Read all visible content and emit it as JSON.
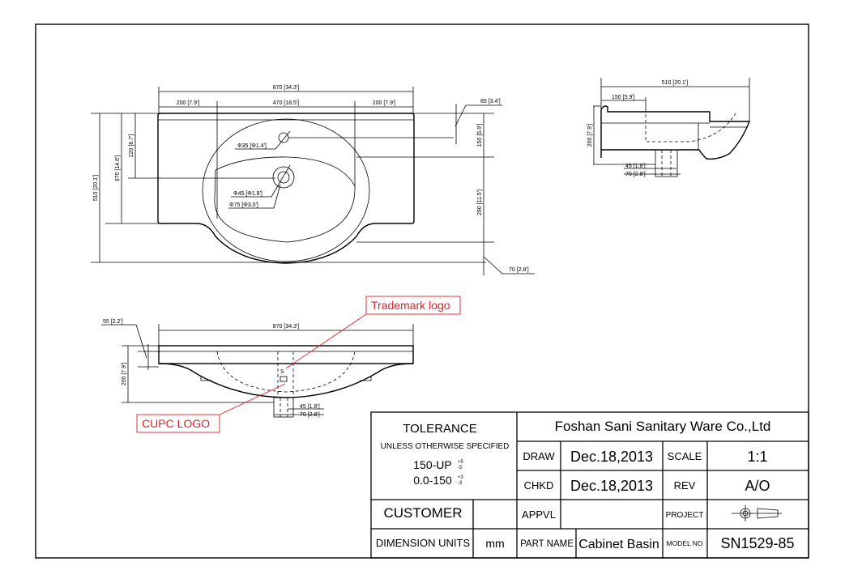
{
  "top_view": {
    "overall_width": "870 [34.3']",
    "left_margin": "200 [7.9']",
    "bowl_width": "470 [18.5']",
    "right_margin": "200 [7.9']",
    "overall_depth": "510 [20.1']",
    "deck_depth": "370 [14.6']",
    "drain_offset": "220 [8.7']",
    "tap_hole_offset": "85 [3.4']",
    "front_to_bowl": "150 [5.9']",
    "bowl_depth": "290 [11.5']",
    "front_lip": "70 [2.8']",
    "tap_hole": "Φ35 [Φ1.4']",
    "drain_inner": "Φ45 [Φ1.8']",
    "drain_outer": "Φ75 [Φ3.0']"
  },
  "side_view": {
    "depth": "510 [20.1']",
    "bowl_offset": "150 [5.9']",
    "height": "200 [7.9']",
    "drain_inner": "45 [1.8']",
    "drain_outer": "70 [2.8']"
  },
  "front_view": {
    "width": "870 [34.3']",
    "deck_thickness": "55 [2.2']",
    "height": "200 [7.9']",
    "drain_inner": "45 [1.8']",
    "drain_outer": "70 [2.8']"
  },
  "callouts": {
    "trademark": "Trademark logo",
    "cupc": "CUPC LOGO"
  },
  "title_block": {
    "tolerance_title": "TOLERANCE",
    "tolerance_note": "UNLESS OTHERWISE SPECIFIED",
    "tol1_range": "150-UP",
    "tol1_plus": "+5",
    "tol1_minus": "-5",
    "tol2_range": "0.0-150",
    "tol2_plus": "+3",
    "tol2_minus": "-3",
    "company": "Foshan Sani Sanitary Ware Co.,Ltd",
    "draw_label": "DRAW",
    "draw_date": "Dec.18,2013",
    "scale_label": "SCALE",
    "scale_value": "1:1",
    "chkd_label": "CHKD",
    "chkd_date": "Dec.18,2013",
    "rev_label": "REV",
    "rev_value": "A/O",
    "customer_label": "CUSTOMER",
    "appvl_label": "APPVL",
    "project_label": "PROJECT",
    "dimension_units_label": "DIMENSION UNITS",
    "dimension_units_value": "mm",
    "part_name_label": "PART NAME",
    "part_name_value": "Cabinet Basin",
    "model_no_label": "MODEL NO",
    "model_no_value": "SN1529-85"
  }
}
